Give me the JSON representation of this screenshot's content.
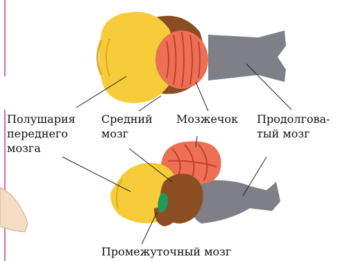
{
  "labels": {
    "hemispheres_line1": "Полушария",
    "hemispheres_line2": "переднего",
    "hemispheres_line3": "мозга",
    "midbrain_line1": "Средний",
    "midbrain_line2": "мозг",
    "cerebellum": "Мозжечок",
    "medulla_line1": "Продолгова-",
    "medulla_line2": "тый мозг",
    "diencephalon": "Промежуточный мозг"
  },
  "colors": {
    "forebrain": "#f6cc3a",
    "forebrain_dark": "#e0a91d",
    "midbrain": "#8b4e23",
    "cerebellum": "#ec7055",
    "cerebellum_stripes": "#c2402c",
    "medulla": "#7f7f87",
    "diencephalon": "#1e9a5e",
    "margin_line": "#c2388c",
    "leader_line": "#222222"
  }
}
